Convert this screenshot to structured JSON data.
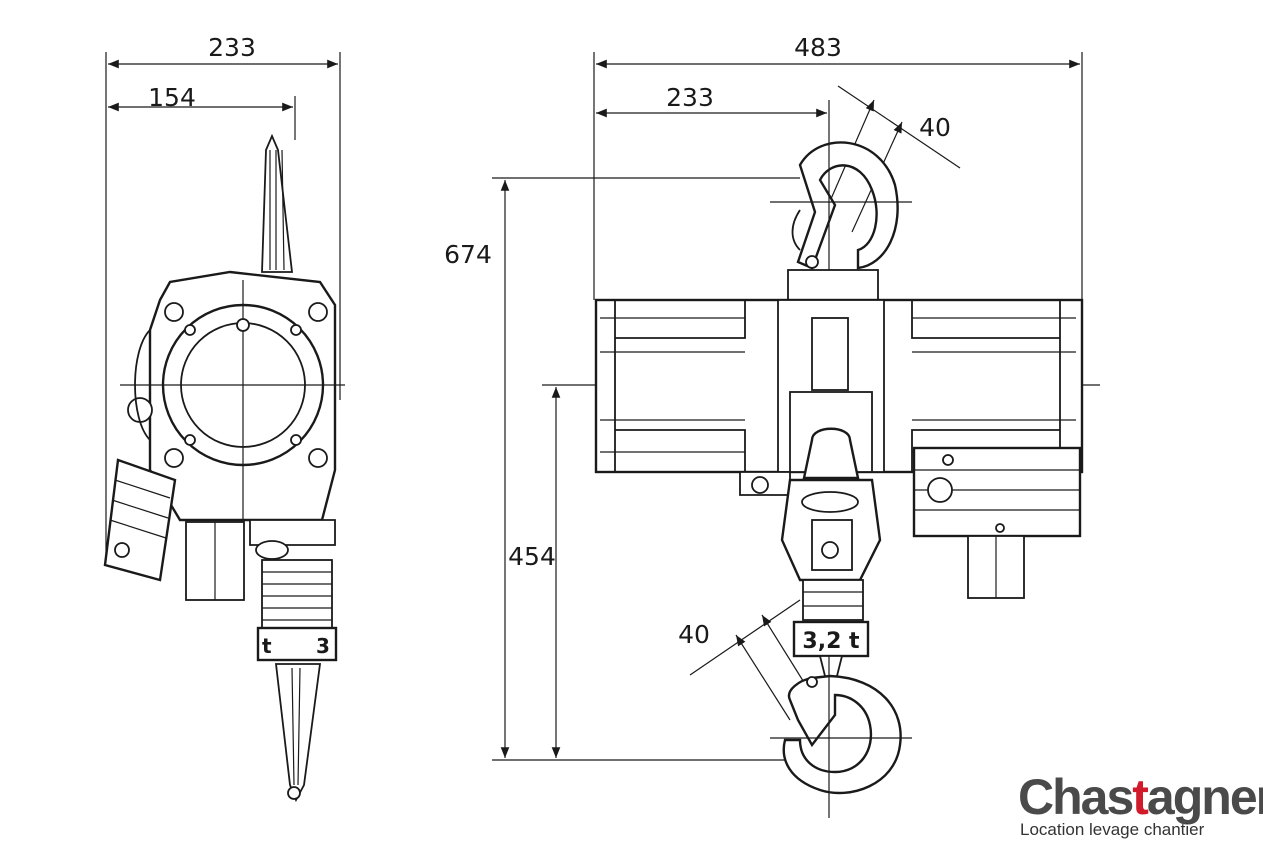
{
  "side_view": {
    "dim_total_width": "233",
    "dim_center_offset": "154",
    "load_tag": "3"
  },
  "front_view": {
    "dim_total_width": "483",
    "dim_center_offset": "233",
    "dim_top_hook": "40",
    "dim_total_height": "674",
    "dim_center_to_hook": "454",
    "dim_bottom_hook": "40",
    "load_tag": "3,2 t"
  },
  "logo": {
    "word_start": "Chas",
    "word_accent": "t",
    "word_end": "agner",
    "tagline": "Location levage chantier"
  },
  "colors": {
    "line": "#1a1a1a",
    "logo_grey": "#4a4a4a",
    "logo_red": "#d11a2a"
  }
}
